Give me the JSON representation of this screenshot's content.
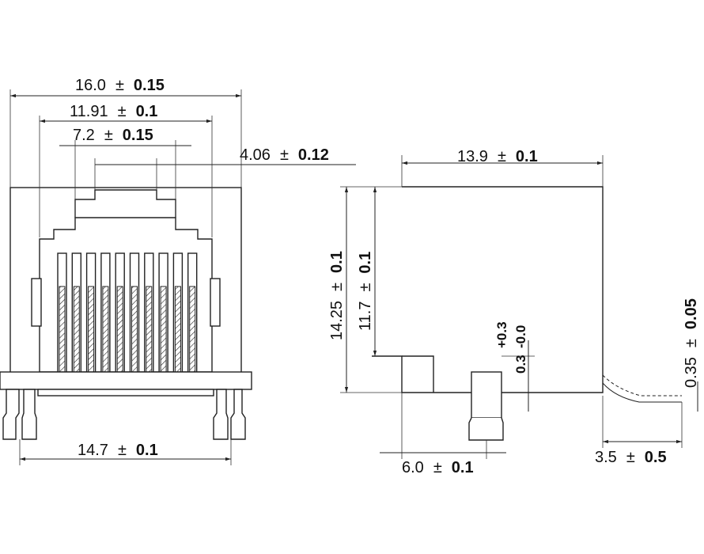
{
  "pm_symbol": "±",
  "front_view": {
    "dims": [
      {
        "id": "overall_width",
        "nominal": "16.0",
        "tol": "0.15"
      },
      {
        "id": "inner_width",
        "nominal": "11.91",
        "tol": "0.1"
      },
      {
        "id": "plug_opening",
        "nominal": "7.2",
        "tol": "0.15"
      },
      {
        "id": "latch_offset",
        "nominal": "4.06",
        "tol": "0.12"
      },
      {
        "id": "post_spacing",
        "nominal": "14.7",
        "tol": "0.1"
      }
    ]
  },
  "side_view": {
    "dims": [
      {
        "id": "depth",
        "nominal": "13.9",
        "tol": "0.1"
      },
      {
        "id": "total_height",
        "nominal": "14.25",
        "tol": "0.1"
      },
      {
        "id": "body_height",
        "nominal": "11.7",
        "tol": "0.1"
      },
      {
        "id": "post_pos",
        "nominal": "6.0",
        "tol": "0.1"
      },
      {
        "id": "pin_offset",
        "nominal": "3.5",
        "tol": "0.5"
      },
      {
        "id": "pin_thickness",
        "nominal": "0.35",
        "tol": "0.05"
      }
    ],
    "asym_tol": {
      "nominal": "0.3",
      "upper": "+0.3",
      "lower": "-0.0"
    }
  }
}
